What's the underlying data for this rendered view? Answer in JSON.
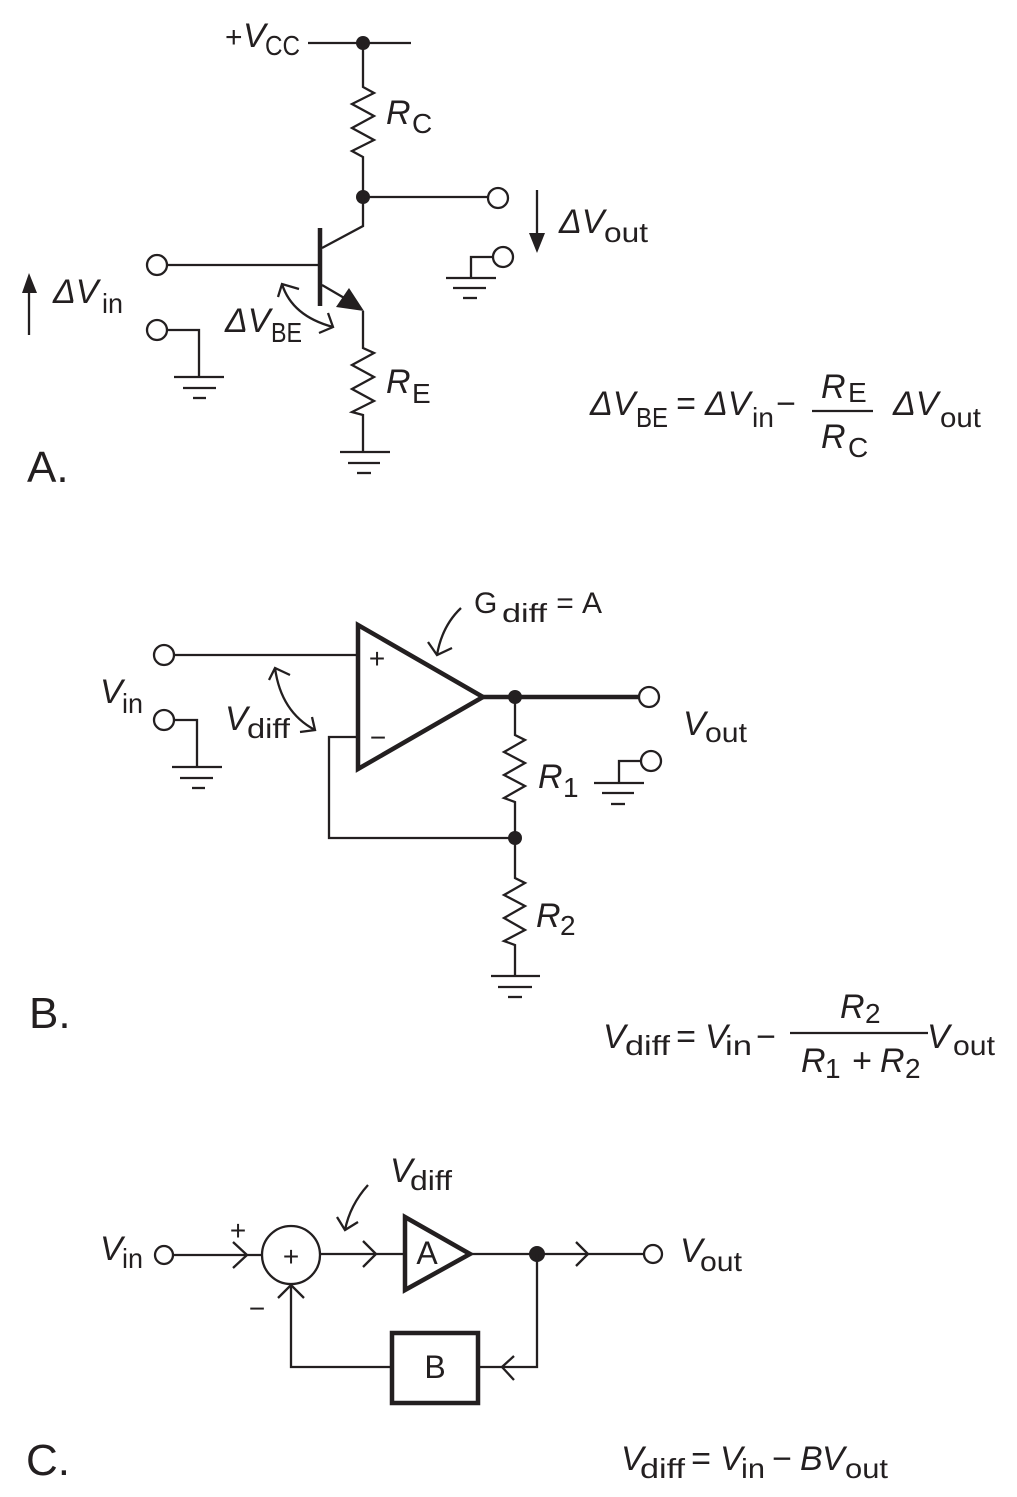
{
  "figure": {
    "colors": {
      "ink": "#231f20",
      "background": "#ffffff"
    }
  },
  "panel_a": {
    "label": "A.",
    "vcc": {
      "prefix": "+",
      "symbol": "V",
      "sub": "CC"
    },
    "rc": {
      "symbol": "R",
      "sub": "C"
    },
    "re": {
      "symbol": "R",
      "sub": "E"
    },
    "delta_vin": {
      "symbol": "ΔV",
      "sub": "in"
    },
    "delta_vbe": {
      "symbol": "ΔV",
      "sub": "BE"
    },
    "delta_vout": {
      "symbol": "ΔV",
      "sub": "out"
    },
    "equation": {
      "lhs": {
        "symbol": "ΔV",
        "sub": "BE"
      },
      "equals": "=",
      "term1": {
        "symbol": "ΔV",
        "sub": "in"
      },
      "minus": "−",
      "numerator": {
        "symbol": "R",
        "sub": "E"
      },
      "denominator": {
        "symbol": "R",
        "sub": "C"
      },
      "term2": {
        "symbol": "ΔV",
        "sub": "out"
      }
    }
  },
  "panel_b": {
    "label": "B.",
    "gain_label": {
      "symbol": "G",
      "sub": "diff",
      "equals": "=",
      "value": "A"
    },
    "opamp": {
      "plus": "+",
      "minus": "−"
    },
    "vin": {
      "symbol": "V",
      "sub": "in"
    },
    "vdiff": {
      "symbol": "V",
      "sub": "diff"
    },
    "vout": {
      "symbol": "V",
      "sub": "out"
    },
    "r1": {
      "symbol": "R",
      "sub": "1"
    },
    "r2": {
      "symbol": "R",
      "sub": "2"
    },
    "equation": {
      "lhs": {
        "symbol": "V",
        "sub": "diff"
      },
      "equals": "=",
      "term1": {
        "symbol": "V",
        "sub": "in"
      },
      "minus": "−",
      "numerator": {
        "symbol": "R",
        "sub": "2"
      },
      "denominator": {
        "r1": {
          "symbol": "R",
          "sub": "1"
        },
        "plus": "+",
        "r2": {
          "symbol": "R",
          "sub": "2"
        }
      },
      "term2": {
        "symbol": "V",
        "sub": "out"
      }
    }
  },
  "panel_c": {
    "label": "C.",
    "vin": {
      "symbol": "V",
      "sub": "in"
    },
    "vdiff": {
      "symbol": "V",
      "sub": "diff"
    },
    "vout": {
      "symbol": "V",
      "sub": "out"
    },
    "summer": {
      "sign": "+",
      "input_plus": "+",
      "input_minus": "−"
    },
    "amplifier": {
      "label": "A"
    },
    "feedback": {
      "label": "B"
    },
    "equation": {
      "lhs": {
        "symbol": "V",
        "sub": "diff"
      },
      "equals": "=",
      "term1": {
        "symbol": "V",
        "sub": "in"
      },
      "minus": "−",
      "coefficient": "B",
      "term2": {
        "symbol": "V",
        "sub": "out"
      }
    }
  }
}
